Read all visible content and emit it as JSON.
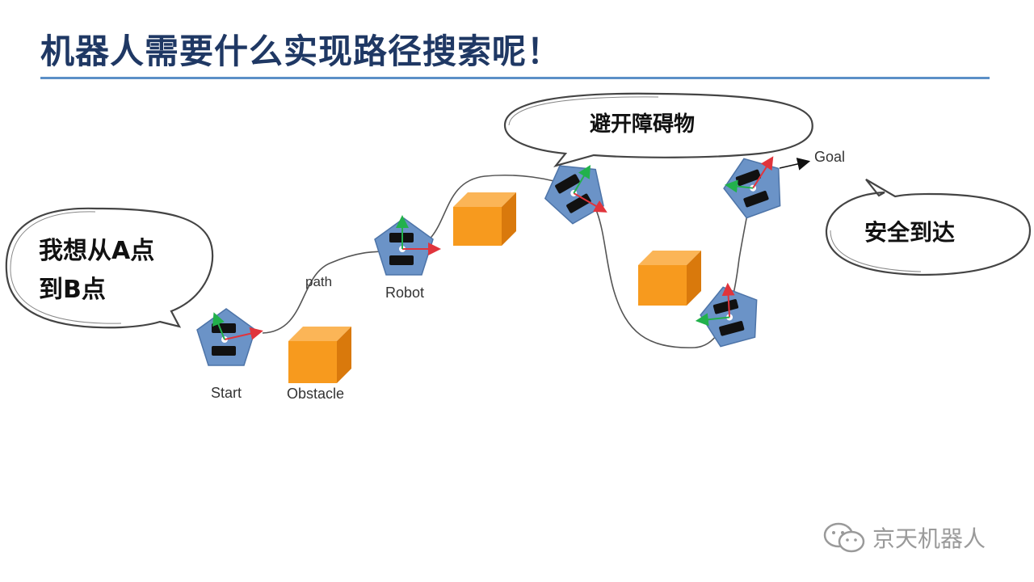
{
  "title": "机器人需要什么实现路径搜索呢！",
  "bubbles": {
    "start_speech_line1": "我想从A点",
    "start_speech_line2": "到B点",
    "avoid": "避开障碍物",
    "arrive": "安全到达"
  },
  "labels": {
    "start": "Start",
    "obstacle": "Obstacle",
    "path": "path",
    "robot": "Robot",
    "goal": "Goal"
  },
  "colors": {
    "title": "#1f3864",
    "rule": "#5b8fc7",
    "robot_body": "#6b93c7",
    "obstacle_front": "#f79a1e",
    "obstacle_side": "#d9790c",
    "arrow_x": "#e0343c",
    "arrow_y": "#22b14c"
  },
  "watermark": {
    "text": "京天机器人",
    "icon": "wechat-icon"
  }
}
